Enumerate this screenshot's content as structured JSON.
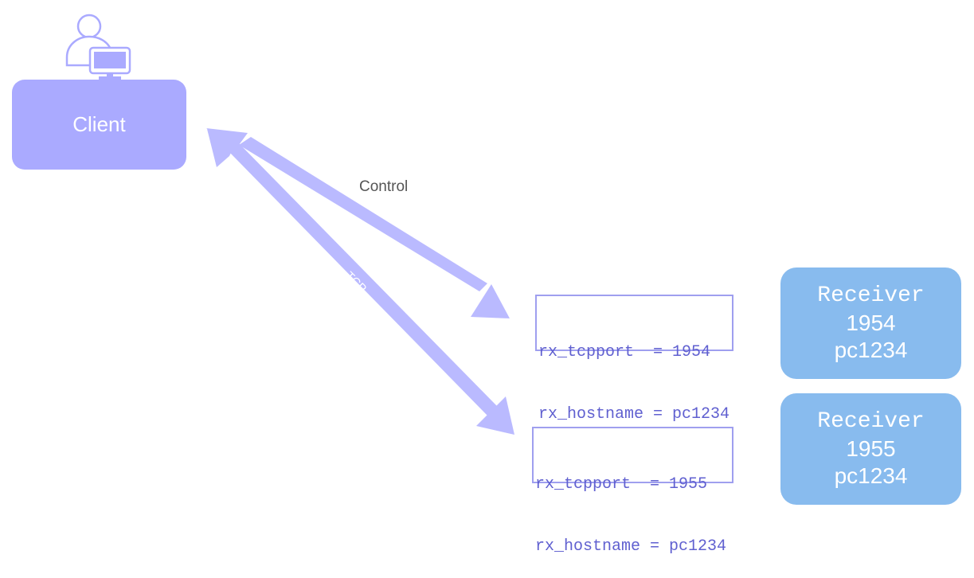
{
  "client": {
    "label": "Client",
    "icon": "user-computer-icon",
    "color": "#aaaaff"
  },
  "connection": {
    "label": "Control",
    "arrows": [
      {
        "label": "TCP",
        "from": "Client",
        "to": "params_1954"
      },
      {
        "label": "TCP",
        "from": "Client",
        "to": "params_1955"
      }
    ],
    "arrow_color": "#babaff"
  },
  "params": [
    {
      "line1": "rx_tcpport  = 1954",
      "line2": "rx_hostname = pc1234"
    },
    {
      "line1": "rx_tcpport  = 1955",
      "line2": "rx_hostname = pc1234"
    }
  ],
  "receivers": [
    {
      "title": "Receiver",
      "port": "1954",
      "host": "pc1234"
    },
    {
      "title": "Receiver",
      "port": "1955",
      "host": "pc1234"
    }
  ],
  "colors": {
    "receiver": "#88bbee",
    "param_text": "#6060d0",
    "param_border": "#9f9fef"
  }
}
